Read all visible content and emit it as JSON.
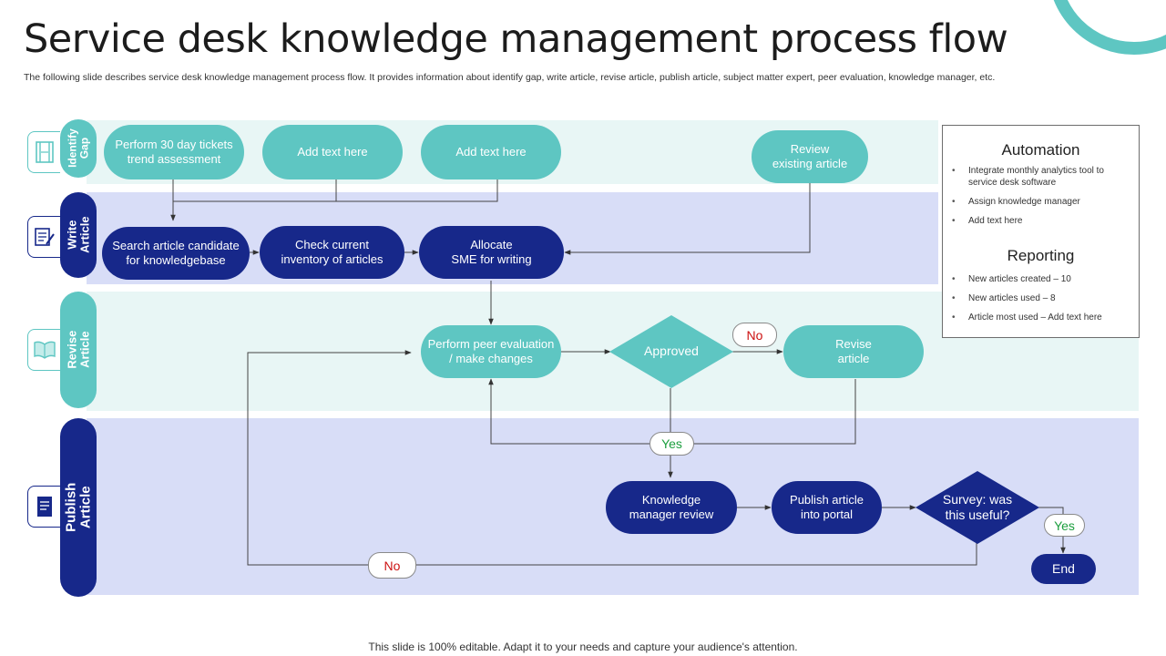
{
  "title": "Service desk knowledge management process flow",
  "subtitle": "The following slide describes service desk knowledge management process flow. It provides information about identify gap, write article, revise article, publish article, subject matter expert, peer evaluation, knowledge manager, etc.",
  "lanes": {
    "identify_gap": {
      "label": "Identify\nGap",
      "icon": "film-frame-icon"
    },
    "write_article": {
      "label": "Write\nArticle",
      "icon": "document-edit-icon"
    },
    "revise_article": {
      "label": "Revise\nArticle",
      "icon": "open-book-icon"
    },
    "publish_article": {
      "label": "Publish\nArticle",
      "icon": "document-list-icon"
    }
  },
  "nodes": {
    "trend": "Perform 30 day tickets\ntrend assessment",
    "add_text_1": "Add text here",
    "add_text_2": "Add text here",
    "review_existing": "Review\nexisting article",
    "search_candidate": "Search article candidate\nfor knowledgebase",
    "check_inventory": "Check current\ninventory of articles",
    "allocate_sme": "Allocate\nSME for writing",
    "peer_eval": "Perform peer evaluation\n/ make changes",
    "approved": "Approved",
    "revise": "Revise\narticle",
    "km_review": "Knowledge\nmanager review",
    "publish_portal": "Publish article\ninto portal",
    "survey": "Survey: was\nthis useful?",
    "end": "End"
  },
  "tags": {
    "no_approved": "No",
    "yes_approved": "Yes",
    "yes_survey": "Yes",
    "no_survey": "No"
  },
  "panel": {
    "automation_title": "Automation",
    "automation_items": [
      "Integrate monthly analytics tool to service desk software",
      "Assign knowledge manager",
      "Add text here"
    ],
    "reporting_title": "Reporting",
    "reporting_items": [
      "New articles created – 10",
      "New articles used – 8",
      "Article most used – Add text here"
    ]
  },
  "footer": "This slide is 100% editable. Adapt it to your needs and capture your audience's attention.",
  "colors": {
    "teal": "#5ec6c2",
    "navy": "#17288a",
    "teal_band": "#e8f6f5",
    "blue_band": "#d8ddf7",
    "no_red": "#cc1111",
    "yes_green": "#1b9e3e"
  }
}
